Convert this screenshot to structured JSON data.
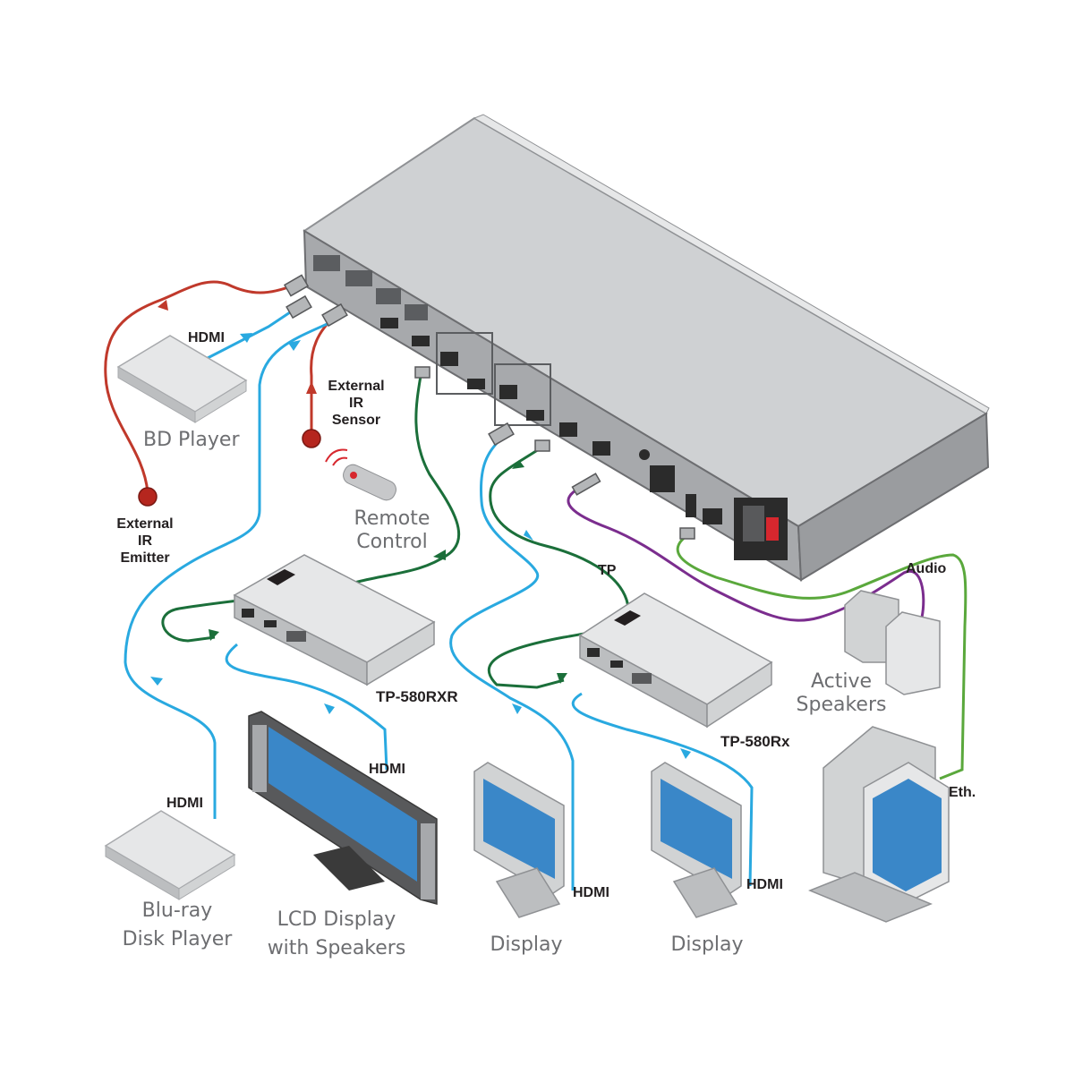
{
  "colors": {
    "hdmi": "#29a9e0",
    "tp": "#1b6f3a",
    "ir": "#c0392b",
    "audio": "#7b2d8e",
    "ethernet": "#5aa83c",
    "chassis_top": "#cfd1d3",
    "chassis_front": "#a7a9ac"
  },
  "labels": {
    "hdmi_bd": "HDMI",
    "bd_player": "BD Player",
    "ext_ir_sensor": [
      "External",
      "IR",
      "Sensor"
    ],
    "ext_ir_emitter": [
      "External",
      "IR",
      "Emitter"
    ],
    "remote_control": [
      "Remote",
      "Control"
    ],
    "tp": "TP",
    "audio": "Audio",
    "tp580rxr": "TP-580RXR",
    "tp580rx": "TP-580Rx",
    "active_speakers": [
      "Active",
      "Speakers"
    ],
    "eth": "Eth.",
    "hdmi_bluray": "HDMI",
    "hdmi_lcd": "HDMI",
    "hdmi_display1": "HDMI",
    "hdmi_display2": "HDMI",
    "bluray_player": [
      "Blu-ray",
      "Disk Player"
    ],
    "lcd_display": [
      "LCD Display",
      "with Speakers"
    ],
    "display1": "Display",
    "display2": "Display"
  }
}
